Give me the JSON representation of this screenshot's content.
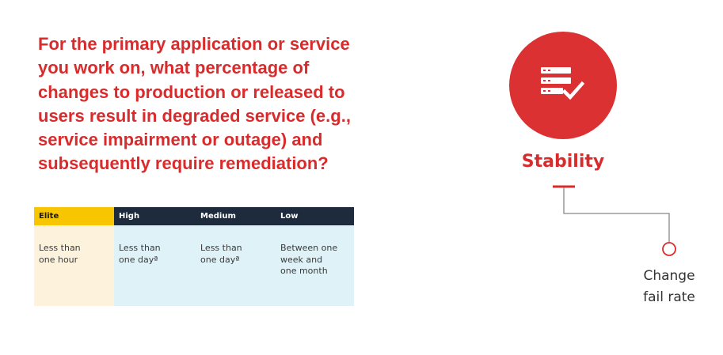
{
  "question": "For the primary application or service you work on, what percentage of changes to production or released to users result in degraded service (e.g., service impairment or outage) and subsequently require remediation?",
  "table": {
    "headers": [
      "Elite",
      "High",
      "Medium",
      "Low"
    ],
    "cells": [
      "Less than\none hour",
      "Less than\none dayª",
      "Less than\none dayª",
      "Between one\nweek and\none month"
    ]
  },
  "stability_label": "Stability",
  "metric_label": {
    "line1": "Change",
    "line2": "fail rate"
  },
  "icons": [
    "server-check-icon"
  ],
  "colors": {
    "accent_red": "#dc3132",
    "header_dark": "#1e2b3c",
    "elite_yellow": "#f7c600",
    "elite_bg": "#fdf3dc",
    "cell_bg": "#dff2f7"
  }
}
